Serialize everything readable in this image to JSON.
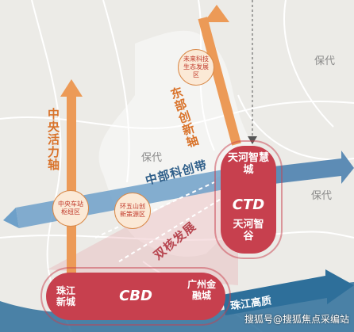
{
  "axes": {
    "central_vitality": "中央活力轴",
    "east_innovation": "东部创新轴",
    "central_belt": "中部科创带",
    "dual_core": "双核发展",
    "pearl_river": "珠江高质"
  },
  "places": {
    "baodai_right_top": "保代",
    "baodai_center": "保代",
    "baodai_right": "保代"
  },
  "circles": {
    "future_tech": "未来科技生态发展区",
    "central_station": "中央车站枢纽区",
    "huanwushan": "环五山创新策源区"
  },
  "ctd": {
    "top": "天河智慧城",
    "label": "CTD",
    "bottom": "天河智谷"
  },
  "cbd": {
    "left": "珠江新城",
    "label": "CBD",
    "right": "广州金融城"
  },
  "watermark": "搜狐号@搜狐焦点采编站",
  "colors": {
    "orange_axis": "#e08a4a",
    "blue_belt": "#2f5f8a",
    "core_red": "#c7404e",
    "river": "#2e6f9a"
  }
}
